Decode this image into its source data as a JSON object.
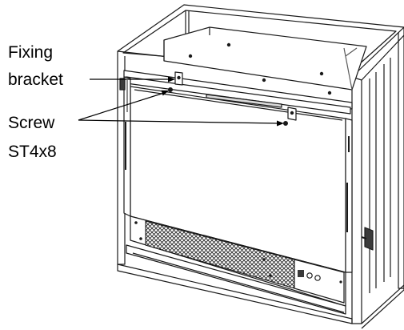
{
  "labels": {
    "fixing": "Fixing",
    "bracket": "bracket",
    "screw": "Screw",
    "screw_size": "ST4x8"
  },
  "colors": {
    "line": "#1a1a1a",
    "panel": "#ffffff",
    "shade": "#d9d9d9",
    "dark": "#3a3a3a"
  }
}
